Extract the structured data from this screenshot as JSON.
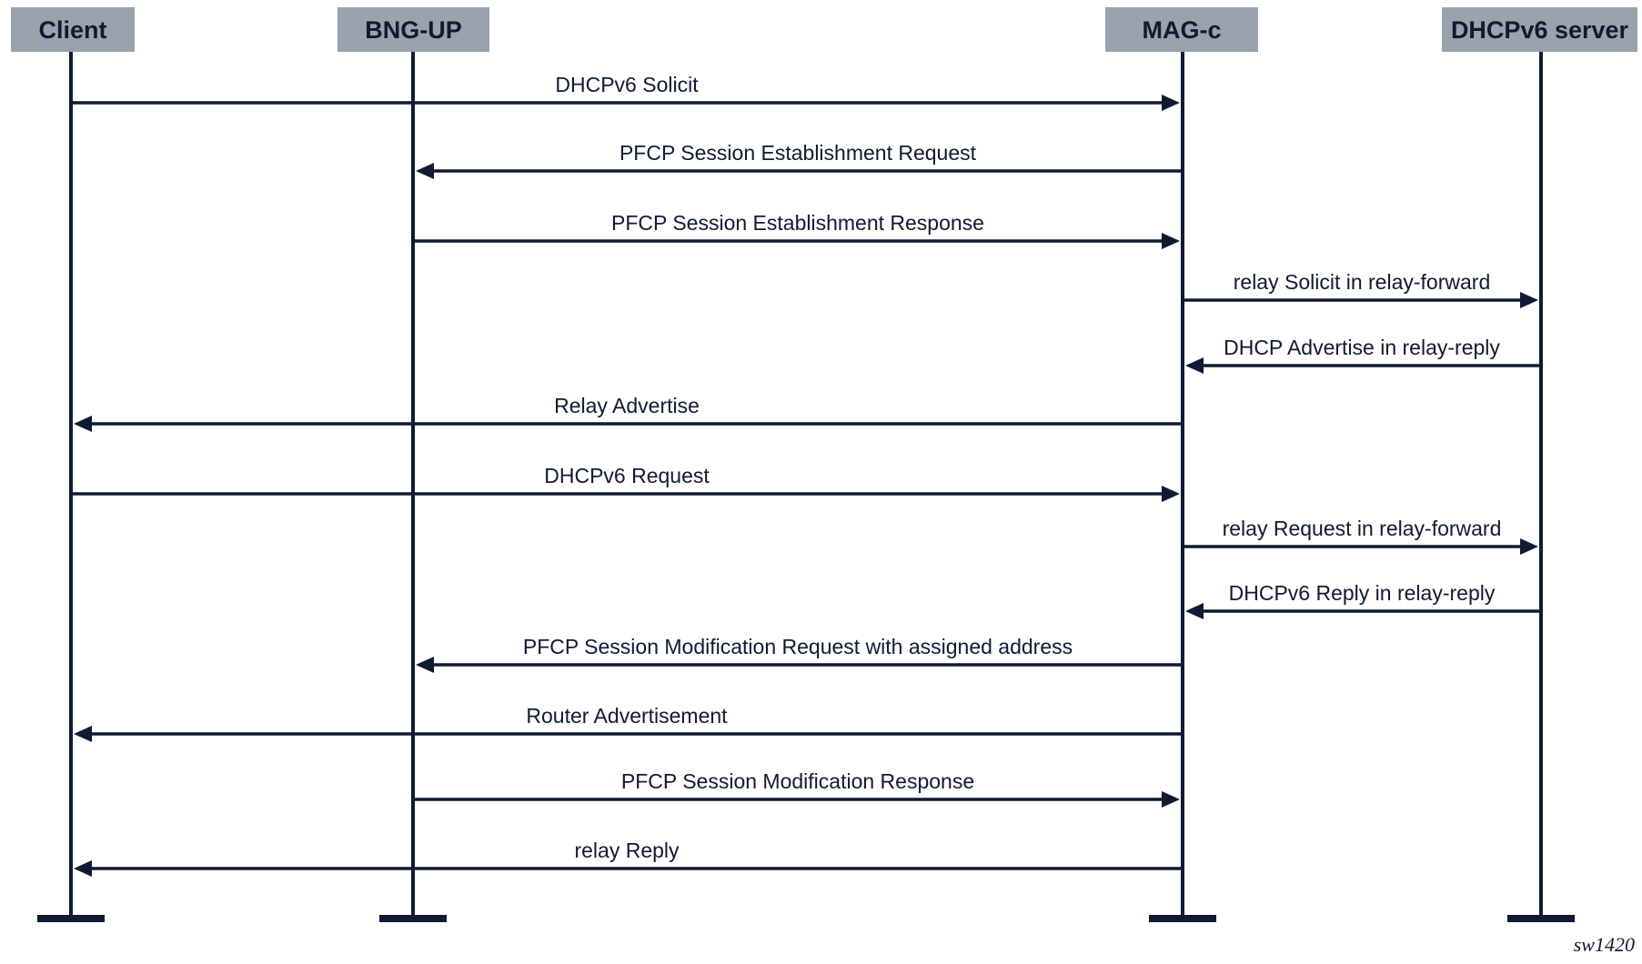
{
  "participants": [
    {
      "id": "client",
      "label": "Client"
    },
    {
      "id": "bng_up",
      "label": "BNG-UP"
    },
    {
      "id": "mag_c",
      "label": "MAG-c"
    },
    {
      "id": "dhcpv6_server",
      "label": "DHCPv6 server"
    }
  ],
  "messages": [
    {
      "label": "DHCPv6 Solicit",
      "from": "client",
      "to": "mag_c"
    },
    {
      "label": "PFCP Session Establishment Request",
      "from": "mag_c",
      "to": "bng_up"
    },
    {
      "label": "PFCP Session Establishment Response",
      "from": "bng_up",
      "to": "mag_c"
    },
    {
      "label": "relay Solicit in relay-forward",
      "from": "mag_c",
      "to": "dhcpv6_server"
    },
    {
      "label": "DHCP Advertise in relay-reply",
      "from": "dhcpv6_server",
      "to": "mag_c"
    },
    {
      "label": "Relay Advertise",
      "from": "mag_c",
      "to": "client"
    },
    {
      "label": "DHCPv6 Request",
      "from": "client",
      "to": "mag_c"
    },
    {
      "label": "relay Request in relay-forward",
      "from": "mag_c",
      "to": "dhcpv6_server"
    },
    {
      "label": "DHCPv6 Reply in relay-reply",
      "from": "dhcpv6_server",
      "to": "mag_c"
    },
    {
      "label": "PFCP Session Modification Request with assigned address",
      "from": "mag_c",
      "to": "bng_up"
    },
    {
      "label": "Router Advertisement",
      "from": "mag_c",
      "to": "client"
    },
    {
      "label": "PFCP Session Modification Response",
      "from": "bng_up",
      "to": "mag_c"
    },
    {
      "label": "relay Reply",
      "from": "mag_c",
      "to": "client"
    }
  ],
  "figure_id": "sw1420",
  "colors": {
    "ink": "#101a33",
    "header_fill": "#9aa3ad",
    "background": "#ffffff"
  }
}
